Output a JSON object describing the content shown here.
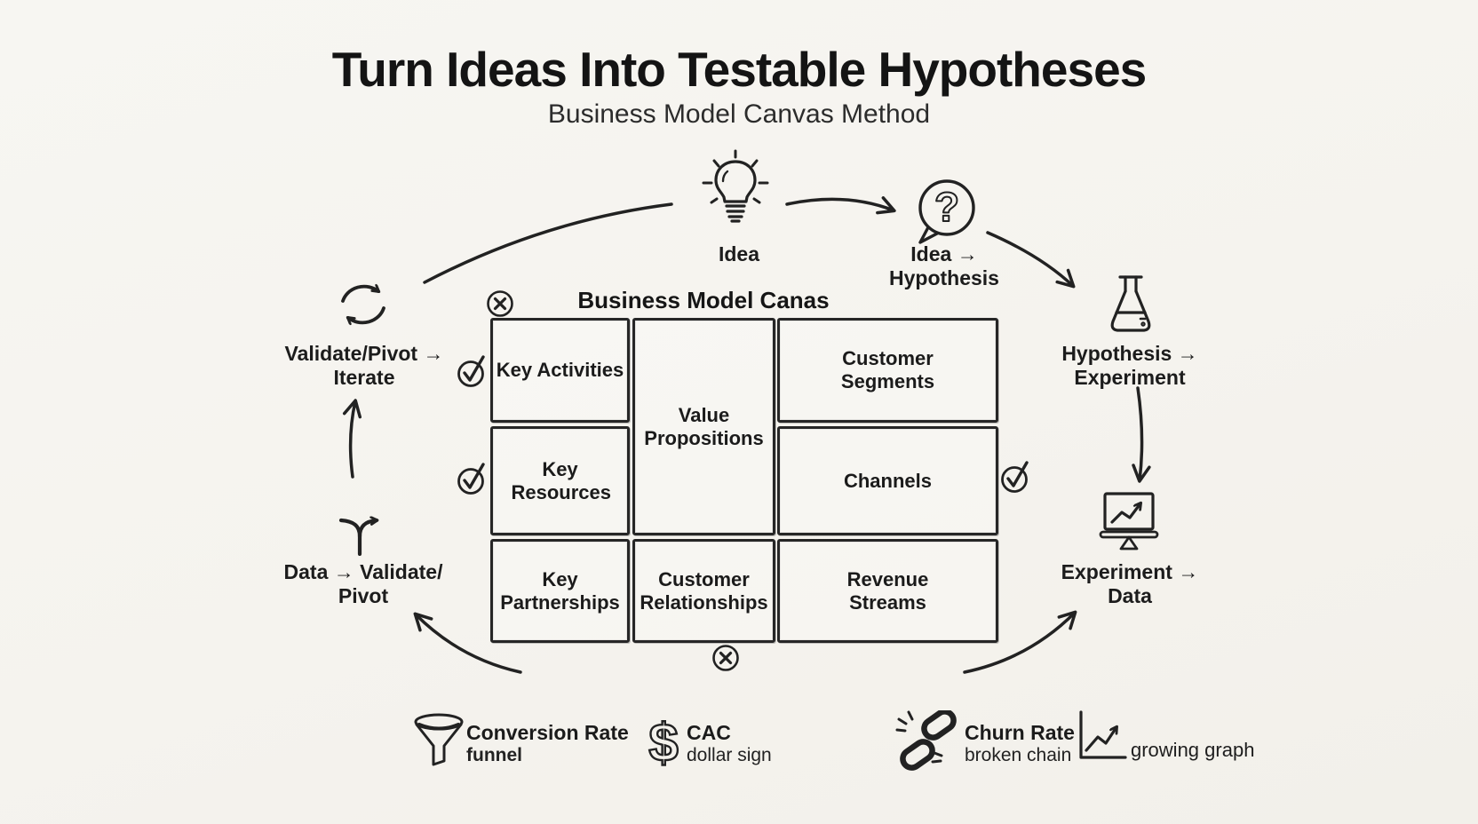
{
  "colors": {
    "background": "#f5f3ee",
    "ink": "#222222"
  },
  "header": {
    "title": "Turn Ideas Into Testable Hypotheses",
    "subtitle": "Business Model Canvas Method"
  },
  "flow": {
    "idea": {
      "icon": "lightbulb-icon",
      "label": "Idea"
    },
    "idea_to_hypothesis": {
      "icon": "question-bubble-icon",
      "line1": "Idea →",
      "line2": "Hypothesis"
    },
    "hypothesis_to_experiment": {
      "icon": "flask-icon",
      "line1": "Hypothesis →",
      "line2": "Experiment"
    },
    "experiment_to_data": {
      "icon": "monitor-chart-icon",
      "line1": "Experiment →",
      "line2": "Data"
    },
    "data_to_validate": {
      "icon": "branch-arrow-icon",
      "line1": "Data → Validate/",
      "line2": "Pivot"
    },
    "validate_to_iterate": {
      "icon": "refresh-cycle-icon",
      "line1": "Validate/Pivot →",
      "line2": "Iterate"
    }
  },
  "canvas": {
    "title": "Business Model Canas",
    "cells": [
      {
        "label": "Key Activities"
      },
      {
        "label": "Value Propositions"
      },
      {
        "label": "Customer Segments"
      },
      {
        "label": "Key Resources"
      },
      {
        "label": "Channels"
      },
      {
        "label": "Key Partnerships"
      },
      {
        "label": "Customer Relationships"
      },
      {
        "label": "Revenue Streams"
      }
    ],
    "marks": [
      "x-circle-icon",
      "check-circle-icon",
      "check-circle-icon",
      "check-circle-icon",
      "x-circle-icon"
    ]
  },
  "legend": {
    "items": [
      {
        "name": "Conversion Rate",
        "sublabel": "funnel",
        "icon": "funnel-icon"
      },
      {
        "name": "CAC",
        "sublabel": "dollar sign",
        "icon": "dollar-sign-icon"
      },
      {
        "name": "Churn Rate",
        "sublabel": "broken chain",
        "icon": "broken-chain-icon"
      },
      {
        "name": "growing graph",
        "sublabel": "",
        "icon": "growing-graph-icon"
      }
    ]
  }
}
